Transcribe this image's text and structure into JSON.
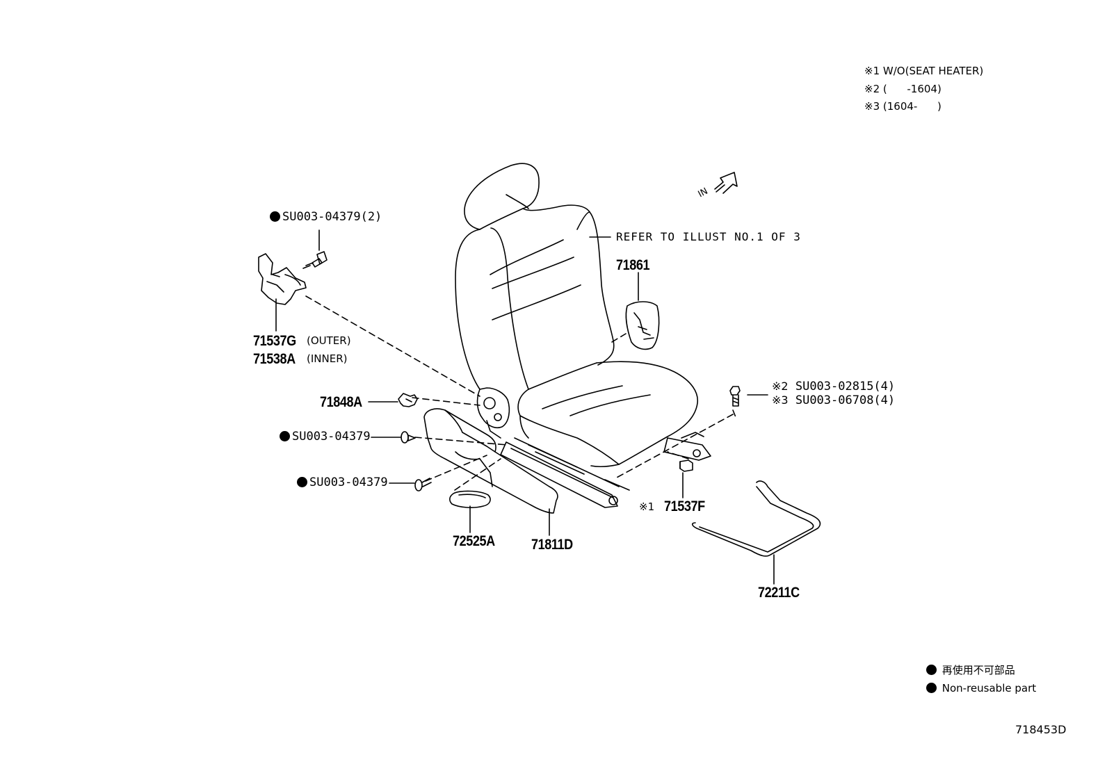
{
  "notes": {
    "n1": {
      "mark": "※1",
      "text": "W/O(SEAT HEATER)"
    },
    "n2": {
      "mark": "※2",
      "text": "(      -1604)"
    },
    "n3": {
      "mark": "※3",
      "text": "(1604-      )"
    }
  },
  "direction_label": "IN",
  "refer_text": "REFER TO ILLUST NO.1 OF 3",
  "parts": {
    "p71861": "71861",
    "su_top": "SU003-04379(2)",
    "p71537g": "71537G",
    "p71537g_note": "(OUTER)",
    "p71538a": "71538A",
    "p71538a_note": "(INNER)",
    "p71848a": "71848A",
    "su_mid": "SU003-04379",
    "su_low": "SU003-04379",
    "p72525a": "72525A",
    "p71811d": "71811D",
    "bolt_a_mark": "※2",
    "bolt_a": "SU003-02815(4)",
    "bolt_b_mark": "※3",
    "bolt_b": "SU003-06708(4)",
    "p71537f_mark": "※1",
    "p71537f": "71537F",
    "p72211c": "72211C"
  },
  "legend": {
    "jp": "再使用不可部品",
    "en": "Non-reusable part"
  },
  "figure_id": "718453D"
}
